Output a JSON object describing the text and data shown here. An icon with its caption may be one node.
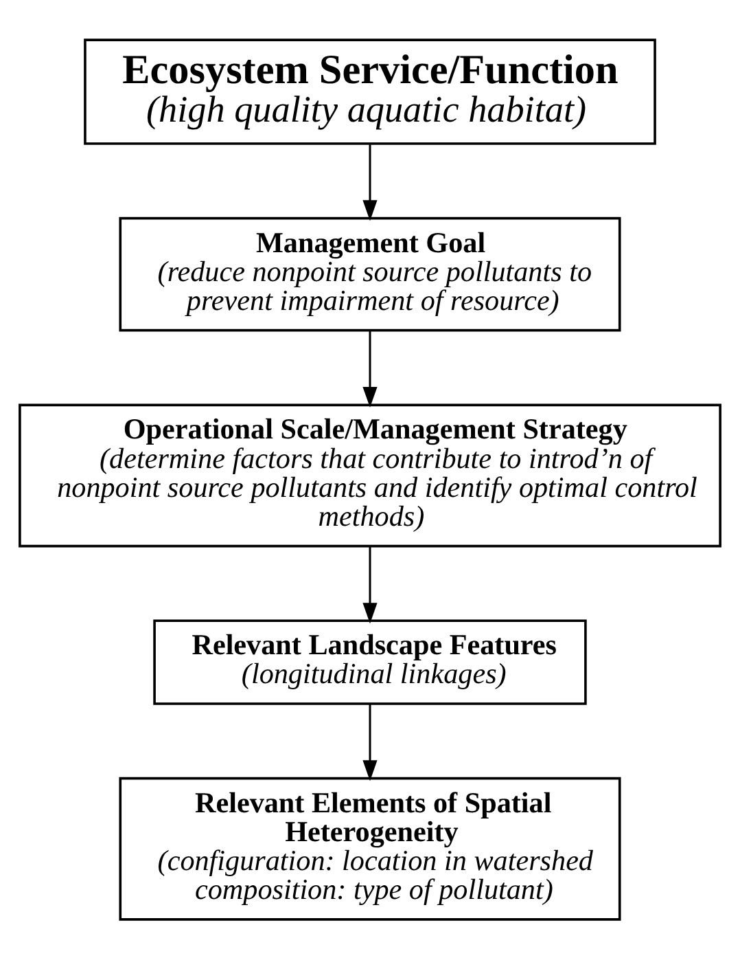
{
  "diagram": {
    "nodes": [
      {
        "text": [
          "Ecosystem Service/Function",
          "(high quality aquatic habitat)"
        ]
      },
      {
        "text": [
          "Management Goal",
          "(reduce nonpoint source pollutants to prevent impairment of resource)"
        ]
      },
      {
        "text": [
          "Operational Scale/Management Strategy",
          "(determine factors that contribute to introd’n of nonpoint source pollutants and identify optimal control methods)"
        ]
      },
      {
        "text": [
          "Relevant Landscape Features",
          "(longitudinal linkages)"
        ]
      },
      {
        "text": [
          "Relevant Elements of Spatial Heterogeneity",
          "(configuration: location in watershed composition: type of pollutant)"
        ]
      }
    ],
    "edges": [
      {
        "from": 0,
        "to": 1,
        "arrow": "to"
      },
      {
        "from": 1,
        "to": 2,
        "arrow": "to"
      },
      {
        "from": 2,
        "to": 3,
        "arrow": "to"
      },
      {
        "from": 3,
        "to": 4,
        "arrow": "to"
      }
    ]
  }
}
